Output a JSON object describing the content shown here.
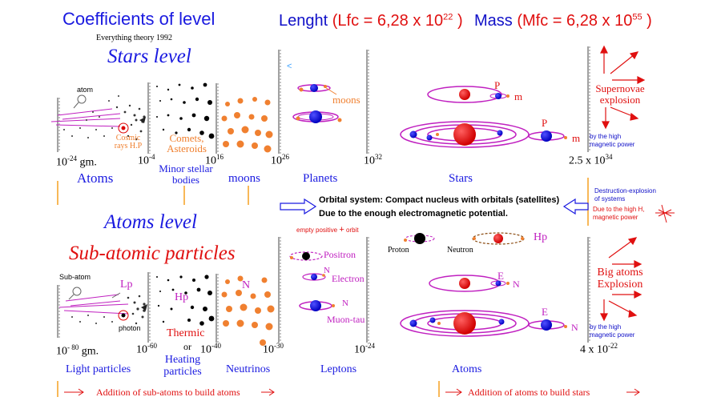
{
  "header": {
    "title": "Coefficients of level",
    "subtitle": "Everything theory 1992",
    "length_label": "Lenght",
    "length_formula": "(Lfc = 6,28 x 10",
    "length_exp": "22",
    "length_close": ")",
    "mass_label": "Mass",
    "mass_formula": "(Mfc = 6,28 x 10",
    "mass_exp": "55",
    "mass_close": ")"
  },
  "stars_level": {
    "heading": "Stars level",
    "atom_label": "atom",
    "cosmic_rays_label": "Cosmic rays H.P",
    "comets_label": "Comets, Asteroids",
    "moons_label": "moons",
    "P1": "P",
    "m1": "m",
    "P2": "P",
    "m2": "m",
    "lt_symbol": "<",
    "scale": [
      {
        "base": "10",
        "exp": "-24",
        "suffix": " gm."
      },
      {
        "base": "10",
        "exp": "-4",
        "suffix": ""
      },
      {
        "base": "10",
        "exp": "16",
        "suffix": ""
      },
      {
        "base": "10",
        "exp": "26",
        "suffix": ""
      },
      {
        "base": "10",
        "exp": "32",
        "suffix": ""
      },
      {
        "base": "2.5 x 10",
        "exp": "34",
        "suffix": ""
      }
    ],
    "categories": [
      "Atoms",
      "Minor stellar bodies",
      "moons",
      "Planets",
      "Stars"
    ],
    "supernova_label": "Supernovae explosion",
    "supernova_sub": "by the high magnetic power"
  },
  "middle": {
    "orbital_line1": "Orbital system: Compact nucleus with orbitals (satellites)",
    "orbital_line2": "Due to the enough electromagnetic potential.",
    "destruction_line1": "Destruction-explosion of systems",
    "destruction_line2": "Due to the high H, magnetic power"
  },
  "atoms_level": {
    "heading": "Atoms level",
    "heading2": "Sub-atomic particles",
    "empty_positive": "empty positive",
    "plus": "+",
    "orbit": "orbit",
    "proton": "Proton",
    "neutron": "Neutron",
    "hp_top": "Hp",
    "positron": "Positron",
    "electron": "Electron",
    "muon": "Muon-tau",
    "N_e": "N",
    "N_mu": "N",
    "subatom_label": "Sub-atom",
    "lp_label": "Lp",
    "photon_label": "photon",
    "hp_label": "Hp",
    "thermic_label": "Thermic",
    "or_label": "or",
    "n_label": "N",
    "E1": "E",
    "N1": "N",
    "E2": "E",
    "N2": "N",
    "big_atoms_label": "Big atoms Explosion",
    "big_atoms_sub": "by the high magnetic power",
    "scale": [
      {
        "base": "10",
        "exp": "- 80",
        "suffix": " gm."
      },
      {
        "base": "10",
        "exp": "-60",
        "suffix": ""
      },
      {
        "base": "10",
        "exp": "-40",
        "suffix": ""
      },
      {
        "base": "10",
        "exp": "-30",
        "suffix": ""
      },
      {
        "base": "10",
        "exp": "-24",
        "suffix": ""
      },
      {
        "base": "4 x 10",
        "exp": "-22",
        "suffix": ""
      }
    ],
    "categories": [
      "Light particles",
      "Heating particles",
      "Neutrinos",
      "Leptons",
      "Atoms"
    ]
  },
  "footer": {
    "left": "Addition of sub-atoms to build atoms",
    "right": "Addition of atoms to build stars"
  }
}
